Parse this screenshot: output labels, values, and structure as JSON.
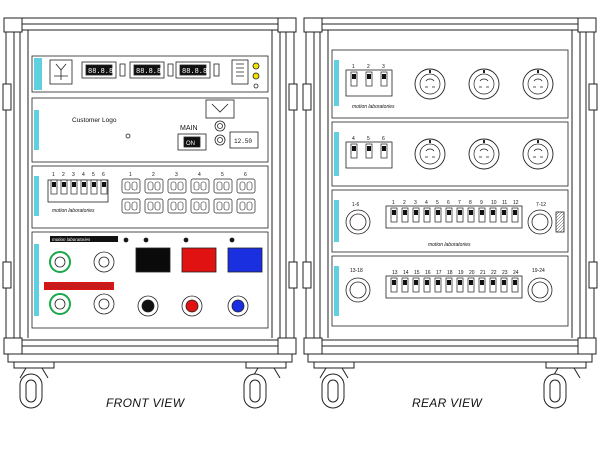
{
  "captions": {
    "front": "FRONT VIEW",
    "rear": "REAR VIEW"
  },
  "front": {
    "panel1": {
      "meters": [
        "88.8.8",
        "88.8.8",
        "88.8.8"
      ]
    },
    "panel2": {
      "customer_logo": "Customer Logo",
      "main_label": "MAIN",
      "main_switch": "ON",
      "meter_text": "12.50"
    },
    "panel3": {
      "breaker_numbers": [
        "1",
        "2",
        "3",
        "4",
        "5",
        "6"
      ],
      "outlet_numbers": [
        "1",
        "2",
        "3",
        "4",
        "5",
        "6"
      ],
      "brand": "motion laboratories"
    },
    "panel4": {
      "brand": "motion laboratories"
    }
  },
  "rear": {
    "panel1": {
      "breaker_numbers": [
        "1",
        "2",
        "3"
      ],
      "brand": "motion laboratories"
    },
    "panel2": {
      "breaker_numbers": [
        "4",
        "5",
        "6"
      ]
    },
    "panel3": {
      "left_connector": "1-6",
      "right_connector": "7-12",
      "breaker_numbers": [
        "1",
        "2",
        "3",
        "4",
        "5",
        "6",
        "7",
        "8",
        "9",
        "10",
        "11",
        "12"
      ],
      "brand": "motion laboratories"
    },
    "panel4": {
      "left_connector": "13-18",
      "right_connector": "19-24",
      "breaker_numbers": [
        "13",
        "14",
        "15",
        "16",
        "17",
        "18",
        "19",
        "20",
        "21",
        "22",
        "23",
        "24"
      ]
    }
  },
  "colors": {
    "outline": "#222222",
    "red": "#e01212",
    "blue": "#1a2fe0",
    "black": "#0a0a0a",
    "green": "#1aa84a",
    "cyan_label": "#5fd0e0",
    "yellow": "#f2e200"
  }
}
